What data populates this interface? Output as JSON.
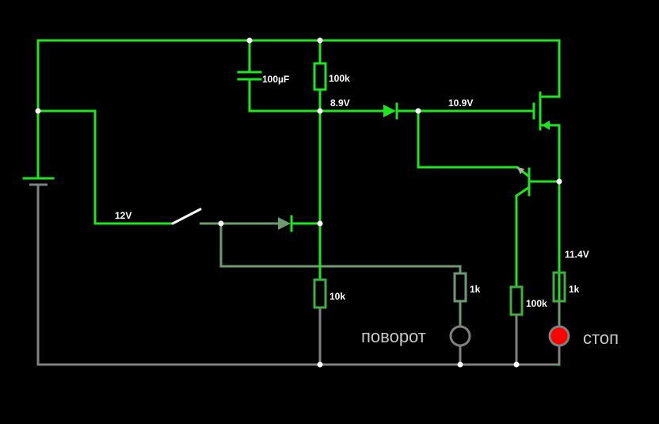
{
  "labels": {
    "capacitor": "100µF",
    "resistor_top": "100k",
    "node_voltage_1": "8.9V",
    "node_voltage_2": "10.9V",
    "switch_voltage": "12V",
    "resistor_bottom": "10k",
    "resistor_turn": "1k",
    "resistor_base": "100k",
    "resistor_stop": "1k",
    "stop_voltage": "11.4V",
    "lamp_turn": "поворот",
    "lamp_stop": "стоп"
  },
  "colors": {
    "live_wire": "#1fe51f",
    "dim_wire": "#6f9a6f",
    "ground_wire": "#808080",
    "lamp_on": "#ff0000",
    "background": "#000000"
  },
  "lamps": {
    "turn_on": false,
    "stop_on": true
  }
}
